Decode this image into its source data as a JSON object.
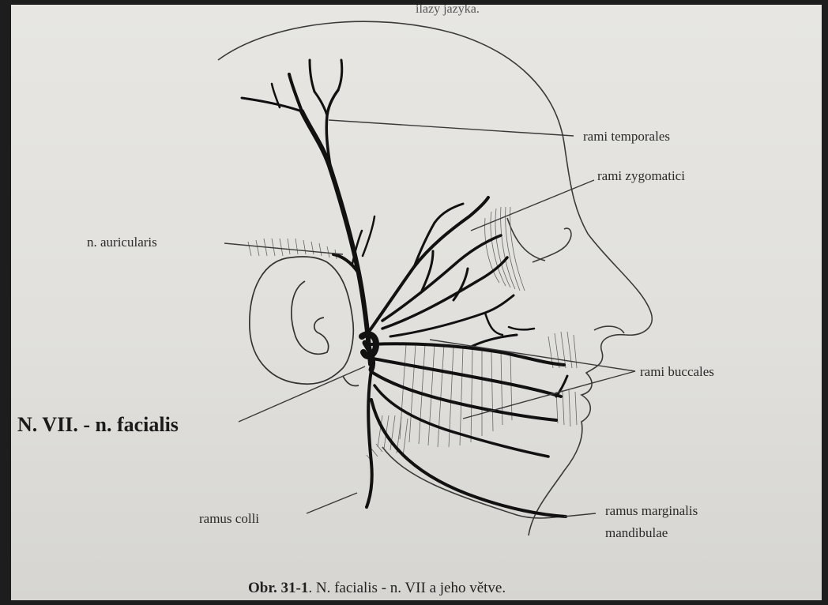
{
  "top_fragment": "ilazy jazyka.",
  "labels": {
    "temporales": "rami temporales",
    "zygomatici": "rami zygomatici",
    "auricularis": "n. auricularis",
    "buccales": "rami buccales",
    "facialis": "N. VII. - n. facialis",
    "colli": "ramus colli",
    "marginalis_1": "ramus marginalis",
    "marginalis_2": "mandibulae"
  },
  "caption": {
    "prefix": "Obr. 31-1",
    "text": ". N. facialis - n. VII a jeho větve."
  }
}
